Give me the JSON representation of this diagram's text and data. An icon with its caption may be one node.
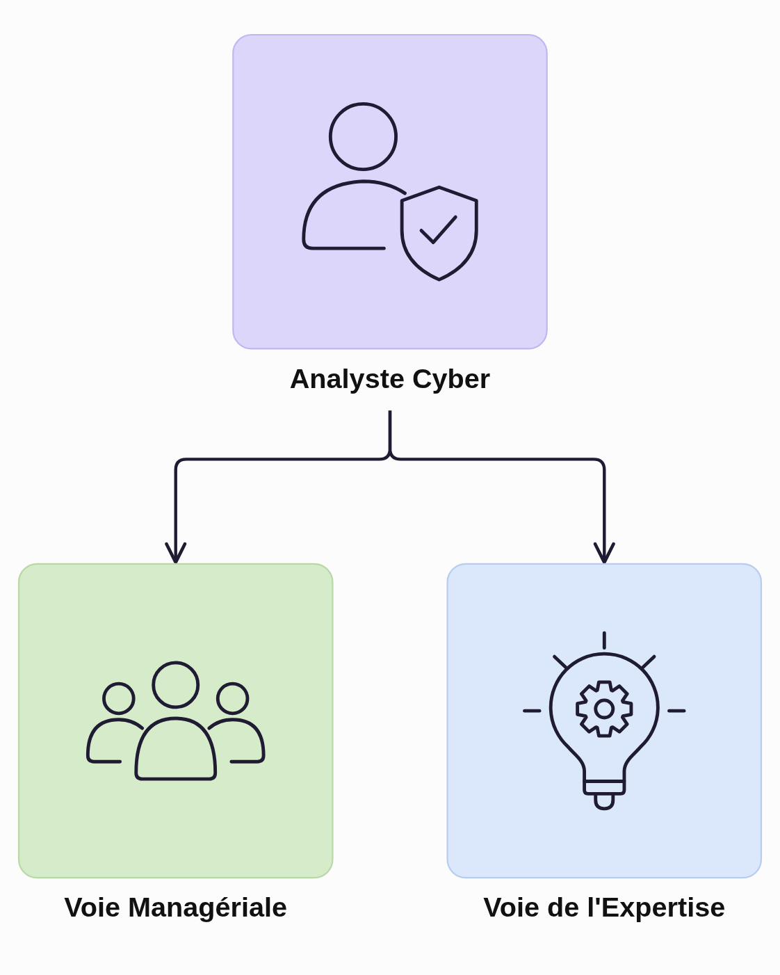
{
  "diagram": {
    "nodes": [
      {
        "text": [
          "Analyste Cyber"
        ]
      },
      {
        "text": [
          "Voie Managériale"
        ]
      },
      {
        "text": [
          "Voie de l'Expertise"
        ]
      }
    ],
    "edges": [
      {
        "from": 0,
        "to": 1,
        "arrow": "to"
      },
      {
        "from": 0,
        "to": 2,
        "arrow": "to"
      }
    ]
  }
}
